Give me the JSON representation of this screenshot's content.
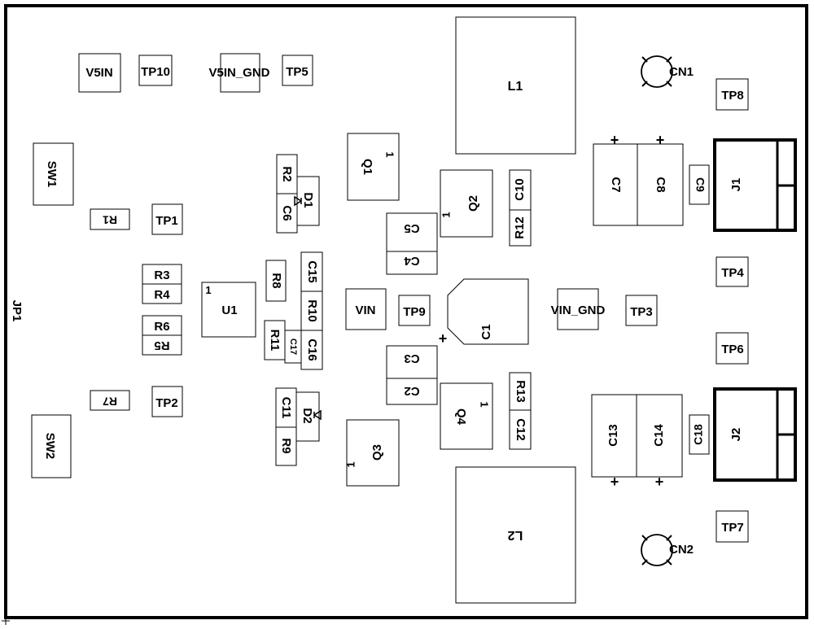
{
  "board": {
    "edge_connector": "JP1",
    "power_labels": {
      "v5in": "V5IN",
      "v5in_gnd": "V5IN_GND",
      "vin": "VIN",
      "vin_gnd": "VIN_GND"
    },
    "test_points": [
      "TP1",
      "TP2",
      "TP3",
      "TP4",
      "TP5",
      "TP6",
      "TP7",
      "TP8",
      "TP9",
      "TP10"
    ],
    "switches": [
      "SW1",
      "SW2"
    ],
    "resistors": [
      "R1",
      "R2",
      "R3",
      "R4",
      "R5",
      "R6",
      "R7",
      "R8",
      "R9",
      "R10",
      "R11",
      "R12",
      "R13"
    ],
    "capacitors": [
      "C1",
      "C2",
      "C3",
      "C4",
      "C5",
      "C6",
      "C7",
      "C8",
      "C9",
      "C10",
      "C11",
      "C12",
      "C13",
      "C14",
      "C15",
      "C16",
      "C17",
      "C18"
    ],
    "transistors": [
      "Q1",
      "Q2",
      "Q3",
      "Q4"
    ],
    "diodes": [
      "D1",
      "D2"
    ],
    "ic": "U1",
    "inductors": [
      "L1",
      "L2"
    ],
    "connectors": [
      "J1",
      "J2"
    ],
    "mounting_holes": [
      "CN1",
      "CN2"
    ],
    "pin1_marker": "1",
    "polarity_marker": "+"
  }
}
